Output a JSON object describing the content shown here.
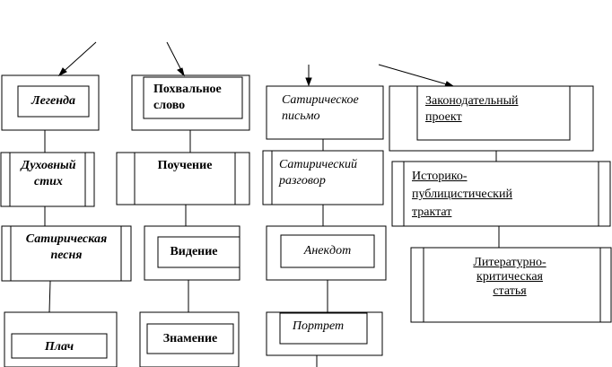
{
  "column1": {
    "legend": "Легенда",
    "spiritual_poem": "Духовный стих",
    "satirical_song": "Сатирическая песня",
    "lament": "Плач"
  },
  "column2": {
    "praise_word": "Похвальное слово",
    "teaching": "Поучение",
    "vision": "Видение",
    "sign": "Знамение"
  },
  "column3": {
    "satirical_letter": "Сатирическое письмо",
    "satirical_conversation": "Сатирический разговор",
    "anecdote": "Анекдот",
    "portrait": "Портрет"
  },
  "column4": {
    "legislative_project": "Законодательный проект",
    "historical_treatise": "Историко-публицистический трактат",
    "critical_article": "Литературно-критическая статья"
  }
}
